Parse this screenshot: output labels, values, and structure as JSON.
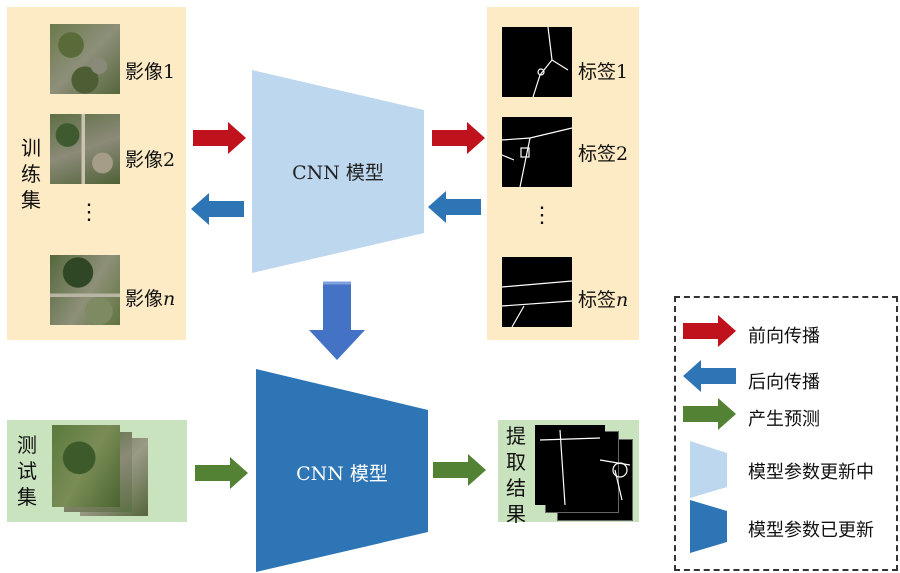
{
  "training_set": {
    "title_chars": [
      "训",
      "练",
      "集"
    ],
    "image_labels": [
      "影像1",
      "影像2"
    ],
    "image_n_prefix": "影像",
    "image_n_suffix": "n",
    "ellipsis": "⋮"
  },
  "labels_set": {
    "labels": [
      "标签1",
      "标签2"
    ],
    "label_n_prefix": "标签",
    "label_n_suffix": "n",
    "ellipsis": "⋮"
  },
  "cnn_top": {
    "label": "CNN 模型"
  },
  "cnn_bottom": {
    "label": "CNN 模型"
  },
  "test_set": {
    "title_chars": [
      "测",
      "试",
      "集"
    ]
  },
  "result": {
    "title_chars": [
      "提",
      "取",
      "结",
      "果"
    ]
  },
  "legend": {
    "items": [
      {
        "label": "前向传播",
        "icon": "red-arrow-right-icon"
      },
      {
        "label": "后向传播",
        "icon": "blue-arrow-left-icon"
      },
      {
        "label": "产生预测",
        "icon": "green-arrow-right-icon"
      },
      {
        "label": "模型参数更新中",
        "icon": "light-blue-trapezoid-icon"
      },
      {
        "label": "模型参数已更新",
        "icon": "dark-blue-trapezoid-icon"
      }
    ]
  },
  "colors": {
    "forward": "#c0121c",
    "backward": "#2e75b6",
    "predict": "#548235",
    "updating": "#bdd7ee",
    "updated": "#2e75b6",
    "train_panel": "#fdebc6",
    "test_panel": "#c8e3bd"
  }
}
